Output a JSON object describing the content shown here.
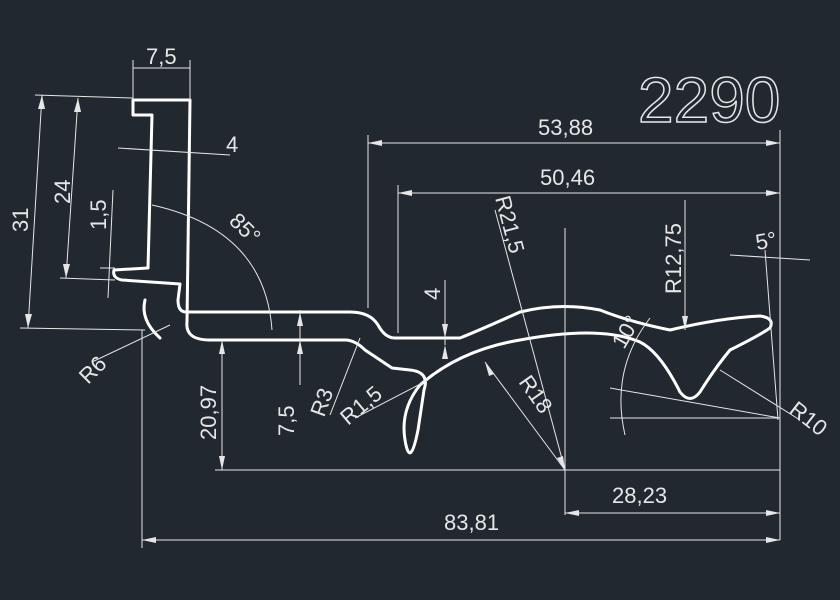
{
  "drawing": {
    "part_number": "2290",
    "colors": {
      "background": "#212830",
      "profile": "#ffffff",
      "dimension": "#e6e6e6"
    },
    "dimensions": {
      "d_7_5_top": "7,5",
      "d_4_left": "4",
      "d_31": "31",
      "d_24": "24",
      "d_1_5": "1,5",
      "d_85": "85°",
      "d_r6": "R6",
      "d_53_88": "53,88",
      "d_50_46": "50,46",
      "d_r21_5": "R21,5",
      "d_r12_75": "R12,75",
      "d_5deg": "5°",
      "d_4_mid": "4",
      "d_20_97": "20,97",
      "d_7_5_mid": "7,5",
      "d_r3": "R3",
      "d_r1_5": "R1,5",
      "d_r18": "R18",
      "d_10deg": "10°",
      "d_r10": "R10",
      "d_28_23": "28,23",
      "d_83_81": "83,81"
    }
  }
}
